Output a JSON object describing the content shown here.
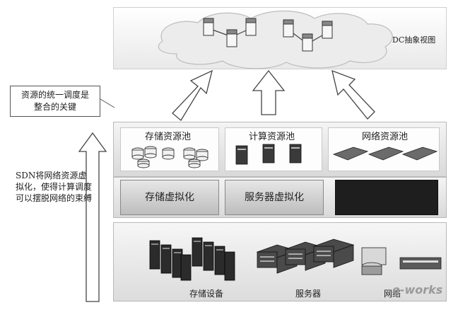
{
  "cloud": {
    "label": "DC抽象视图"
  },
  "callout": {
    "line1": "资源的统一调度是",
    "line2": "整合的关键"
  },
  "side_note": {
    "text": "SDN将网络资源虚拟化，使得计算调度可以摆脱网络的束缚"
  },
  "pools": [
    {
      "label": "存储资源池"
    },
    {
      "label": "计算资源池"
    },
    {
      "label": "网络资源池"
    }
  ],
  "virtualization": [
    {
      "label": "存储虚拟化"
    },
    {
      "label": "服务器虚拟化"
    },
    {
      "label": ""
    }
  ],
  "devices": [
    {
      "label": "存储设备"
    },
    {
      "label": "服务器"
    },
    {
      "label": "网络"
    }
  ],
  "watermark": {
    "text": "e-works"
  }
}
